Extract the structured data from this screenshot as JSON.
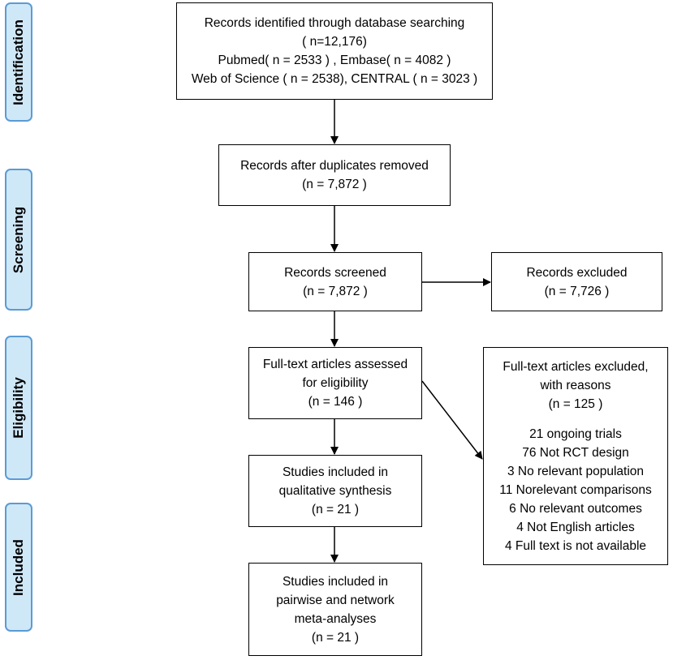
{
  "phases": {
    "identification": "Identification",
    "screening": "Screening",
    "eligibility": "Eligibility",
    "included": "Included"
  },
  "boxes": {
    "identified": {
      "lines": [
        "Records identified through database searching",
        "( n=12,176)",
        "Pubmed( n = 2533 ) , Embase( n = 4082 )",
        "Web of Science ( n = 2538), CENTRAL ( n = 3023 )"
      ]
    },
    "duplicates_removed": {
      "lines": [
        "Records after duplicates removed",
        "(n = 7,872 )"
      ]
    },
    "screened": {
      "lines": [
        "Records screened",
        "(n = 7,872 )"
      ]
    },
    "excluded": {
      "lines": [
        "Records excluded",
        "(n = 7,726 )"
      ]
    },
    "fulltext_assessed": {
      "lines": [
        "Full-text articles assessed",
        "for eligibility",
        "(n = 146 )"
      ]
    },
    "fulltext_excluded": {
      "lines": [
        "Full-text articles excluded,",
        "with reasons",
        "(n = 125 )"
      ],
      "reasons": [
        "21 ongoing trials",
        "76 Not RCT design",
        "3 No relevant population",
        "11  Norelevant comparisons",
        "6 No relevant outcomes",
        "4 Not English articles",
        "4 Full text is not available"
      ]
    },
    "qualitative": {
      "lines": [
        "Studies included in",
        "qualitative synthesis",
        "(n = 21 )"
      ]
    },
    "meta_analyses": {
      "lines": [
        "Studies included in",
        "pairwise and network",
        "meta-analyses",
        "(n = 21 )"
      ]
    }
  }
}
